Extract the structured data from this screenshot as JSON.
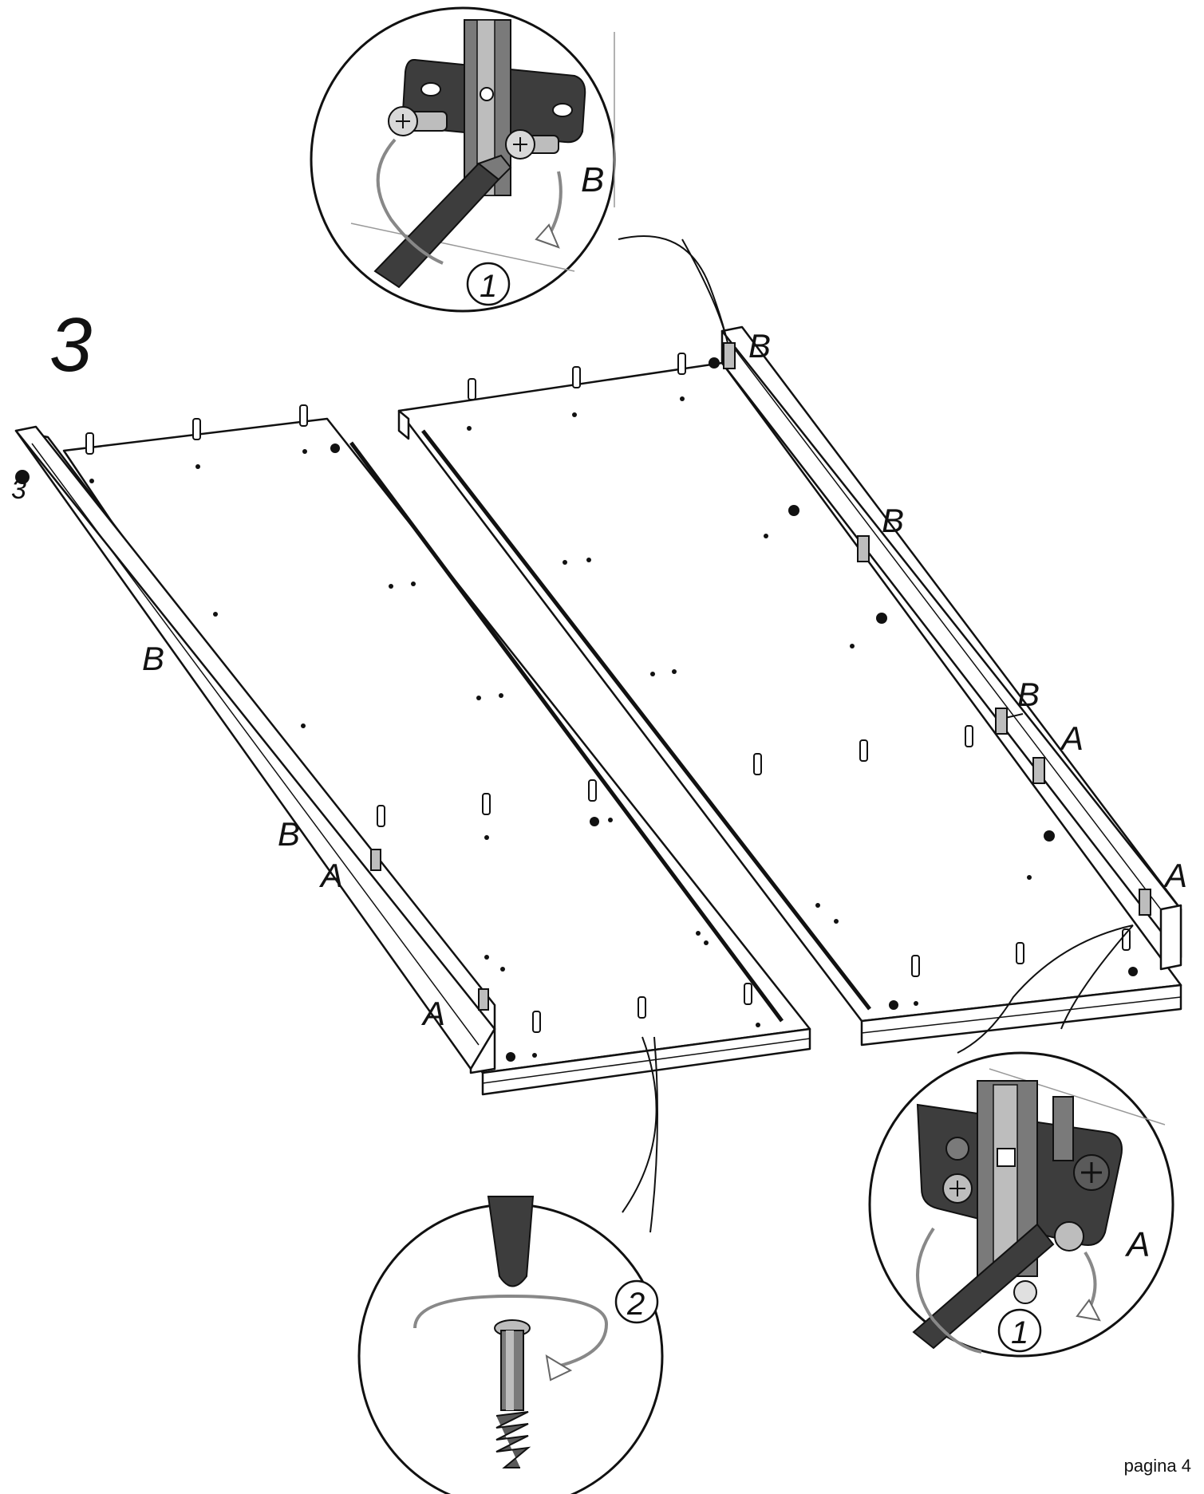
{
  "step_number": "3",
  "page_label": "pagina 4",
  "callouts": {
    "top": {
      "step": "1",
      "label": "B"
    },
    "bottom_right": {
      "step": "1",
      "label": "A"
    },
    "bottom_center": {
      "step": "2"
    }
  },
  "panel_labels": {
    "left_b_upper": "B",
    "left_b_lower": "B",
    "left_a_upper": "A",
    "left_a_lower": "A",
    "left_edge": "3",
    "right_b_top": "B",
    "right_b_mid": "B",
    "right_b_low": "B",
    "right_a_mid": "A",
    "right_a_low": "A"
  },
  "colors": {
    "line": "#111111",
    "panel_fill": "#ffffff",
    "hardware_dark": "#3d3d3d",
    "hardware_mid": "#7a7a7a",
    "hardware_light": "#bdbdbd"
  }
}
